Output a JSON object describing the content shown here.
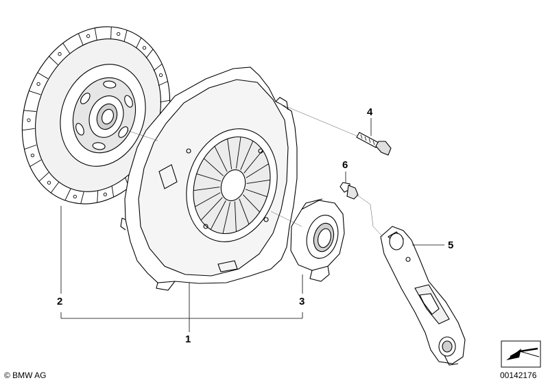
{
  "diagram": {
    "callouts": [
      {
        "id": "part-1",
        "label": "1"
      },
      {
        "id": "part-2",
        "label": "2"
      },
      {
        "id": "part-3",
        "label": "3"
      },
      {
        "id": "part-4",
        "label": "4"
      },
      {
        "id": "part-5",
        "label": "5"
      },
      {
        "id": "part-6",
        "label": "6"
      }
    ],
    "copyright": "© BMW AG",
    "diagram_number": "00142176",
    "colors": {
      "line": "#000000",
      "background": "#ffffff",
      "shade": "#e6e6e6",
      "dark_shade": "#9a9a9a"
    }
  }
}
